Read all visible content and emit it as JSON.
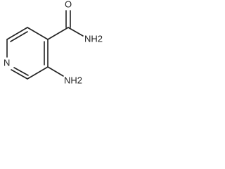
{
  "structure": {
    "atoms": {
      "ring_nitrogen": "N",
      "carbonyl_oxygen": "O",
      "amide_group": "NH2",
      "amino_group": "NH2"
    }
  }
}
